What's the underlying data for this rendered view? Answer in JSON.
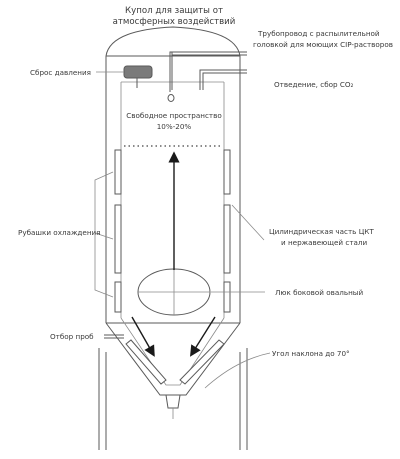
{
  "labels": {
    "dome_line1": "Купол для защиты от",
    "dome_line2": "атмосферных воздействий",
    "cip_line1": "Трубопровод с распылительной",
    "cip_line2": "головкой для моющих CIP-растворов",
    "co2": "Отведение, сбор CO₂",
    "pressure_relief": "Сброс давления",
    "free_space_line1": "Свободное пространство",
    "free_space_line2": "10%-20%",
    "cooling_jackets": "Рубашки охлаждения",
    "cylinder_line1": "Цилиндрическая часть ЦКТ",
    "cylinder_line2": "и нержавеющей стали",
    "manhole": "Люк боковой овальный",
    "sampling": "Отбор проб",
    "cone_angle": "Угол наклона до 70°"
  },
  "colors": {
    "outline": "#5a5a5a",
    "leader_line": "#8a8a8a",
    "text": "#3a3a3a",
    "jacket_fill": "#ffffff",
    "valve_fill": "#7a7a7a",
    "arrow": "#1a1a1a"
  }
}
